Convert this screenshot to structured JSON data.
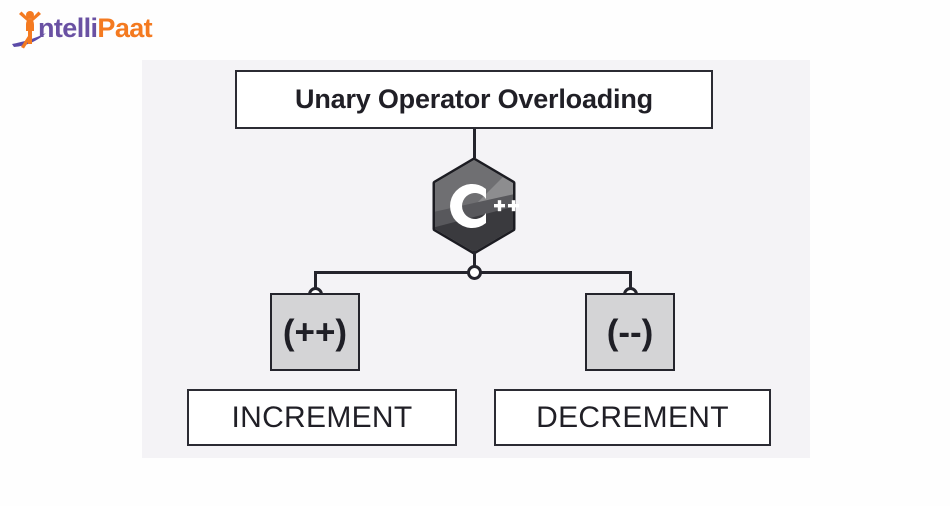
{
  "brand": {
    "name": "IntelliPaat",
    "word_primary": "ntelli",
    "word_secondary": "Paat",
    "color_primary": "#6a51a3",
    "color_secondary": "#f47a20",
    "mark_icon": "person-raising-arms-icon"
  },
  "diagram": {
    "type": "hierarchy-tree",
    "background": "#f4f3f6",
    "title": "Unary Operator Overloading",
    "center_icon": "cpp-hexagon-logo",
    "center_icon_text": "C++",
    "branches": [
      {
        "operator": "(++)",
        "term": "INCREMENT"
      },
      {
        "operator": "(--)",
        "term": "DECREMENT"
      }
    ],
    "colors": {
      "box_border": "#2b2b33",
      "box_fill": "#ffffff",
      "op_box_fill": "#d4d4d6",
      "text": "#201f26",
      "connector": "#24242c"
    }
  }
}
